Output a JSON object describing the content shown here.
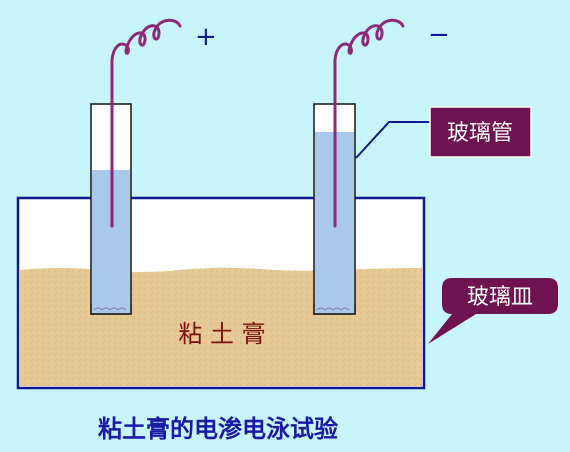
{
  "diagram": {
    "polarity": {
      "positive": "+",
      "negative": "−"
    },
    "labels": {
      "tube": "玻璃管",
      "dish": "玻璃皿",
      "clay": "粘 土 膏"
    },
    "caption": "粘土膏的电渗电泳试验",
    "colors": {
      "background": "#c8f5fb",
      "clay": "#e6c997",
      "water": "#a9c8ec",
      "container_stroke": "#111a8c",
      "wire": "#8b2a7a",
      "callout_fill": "#6e1250",
      "callout_text": "#ffffff",
      "clay_text": "#7a1010",
      "caption_text": "#1a1aa6"
    }
  }
}
